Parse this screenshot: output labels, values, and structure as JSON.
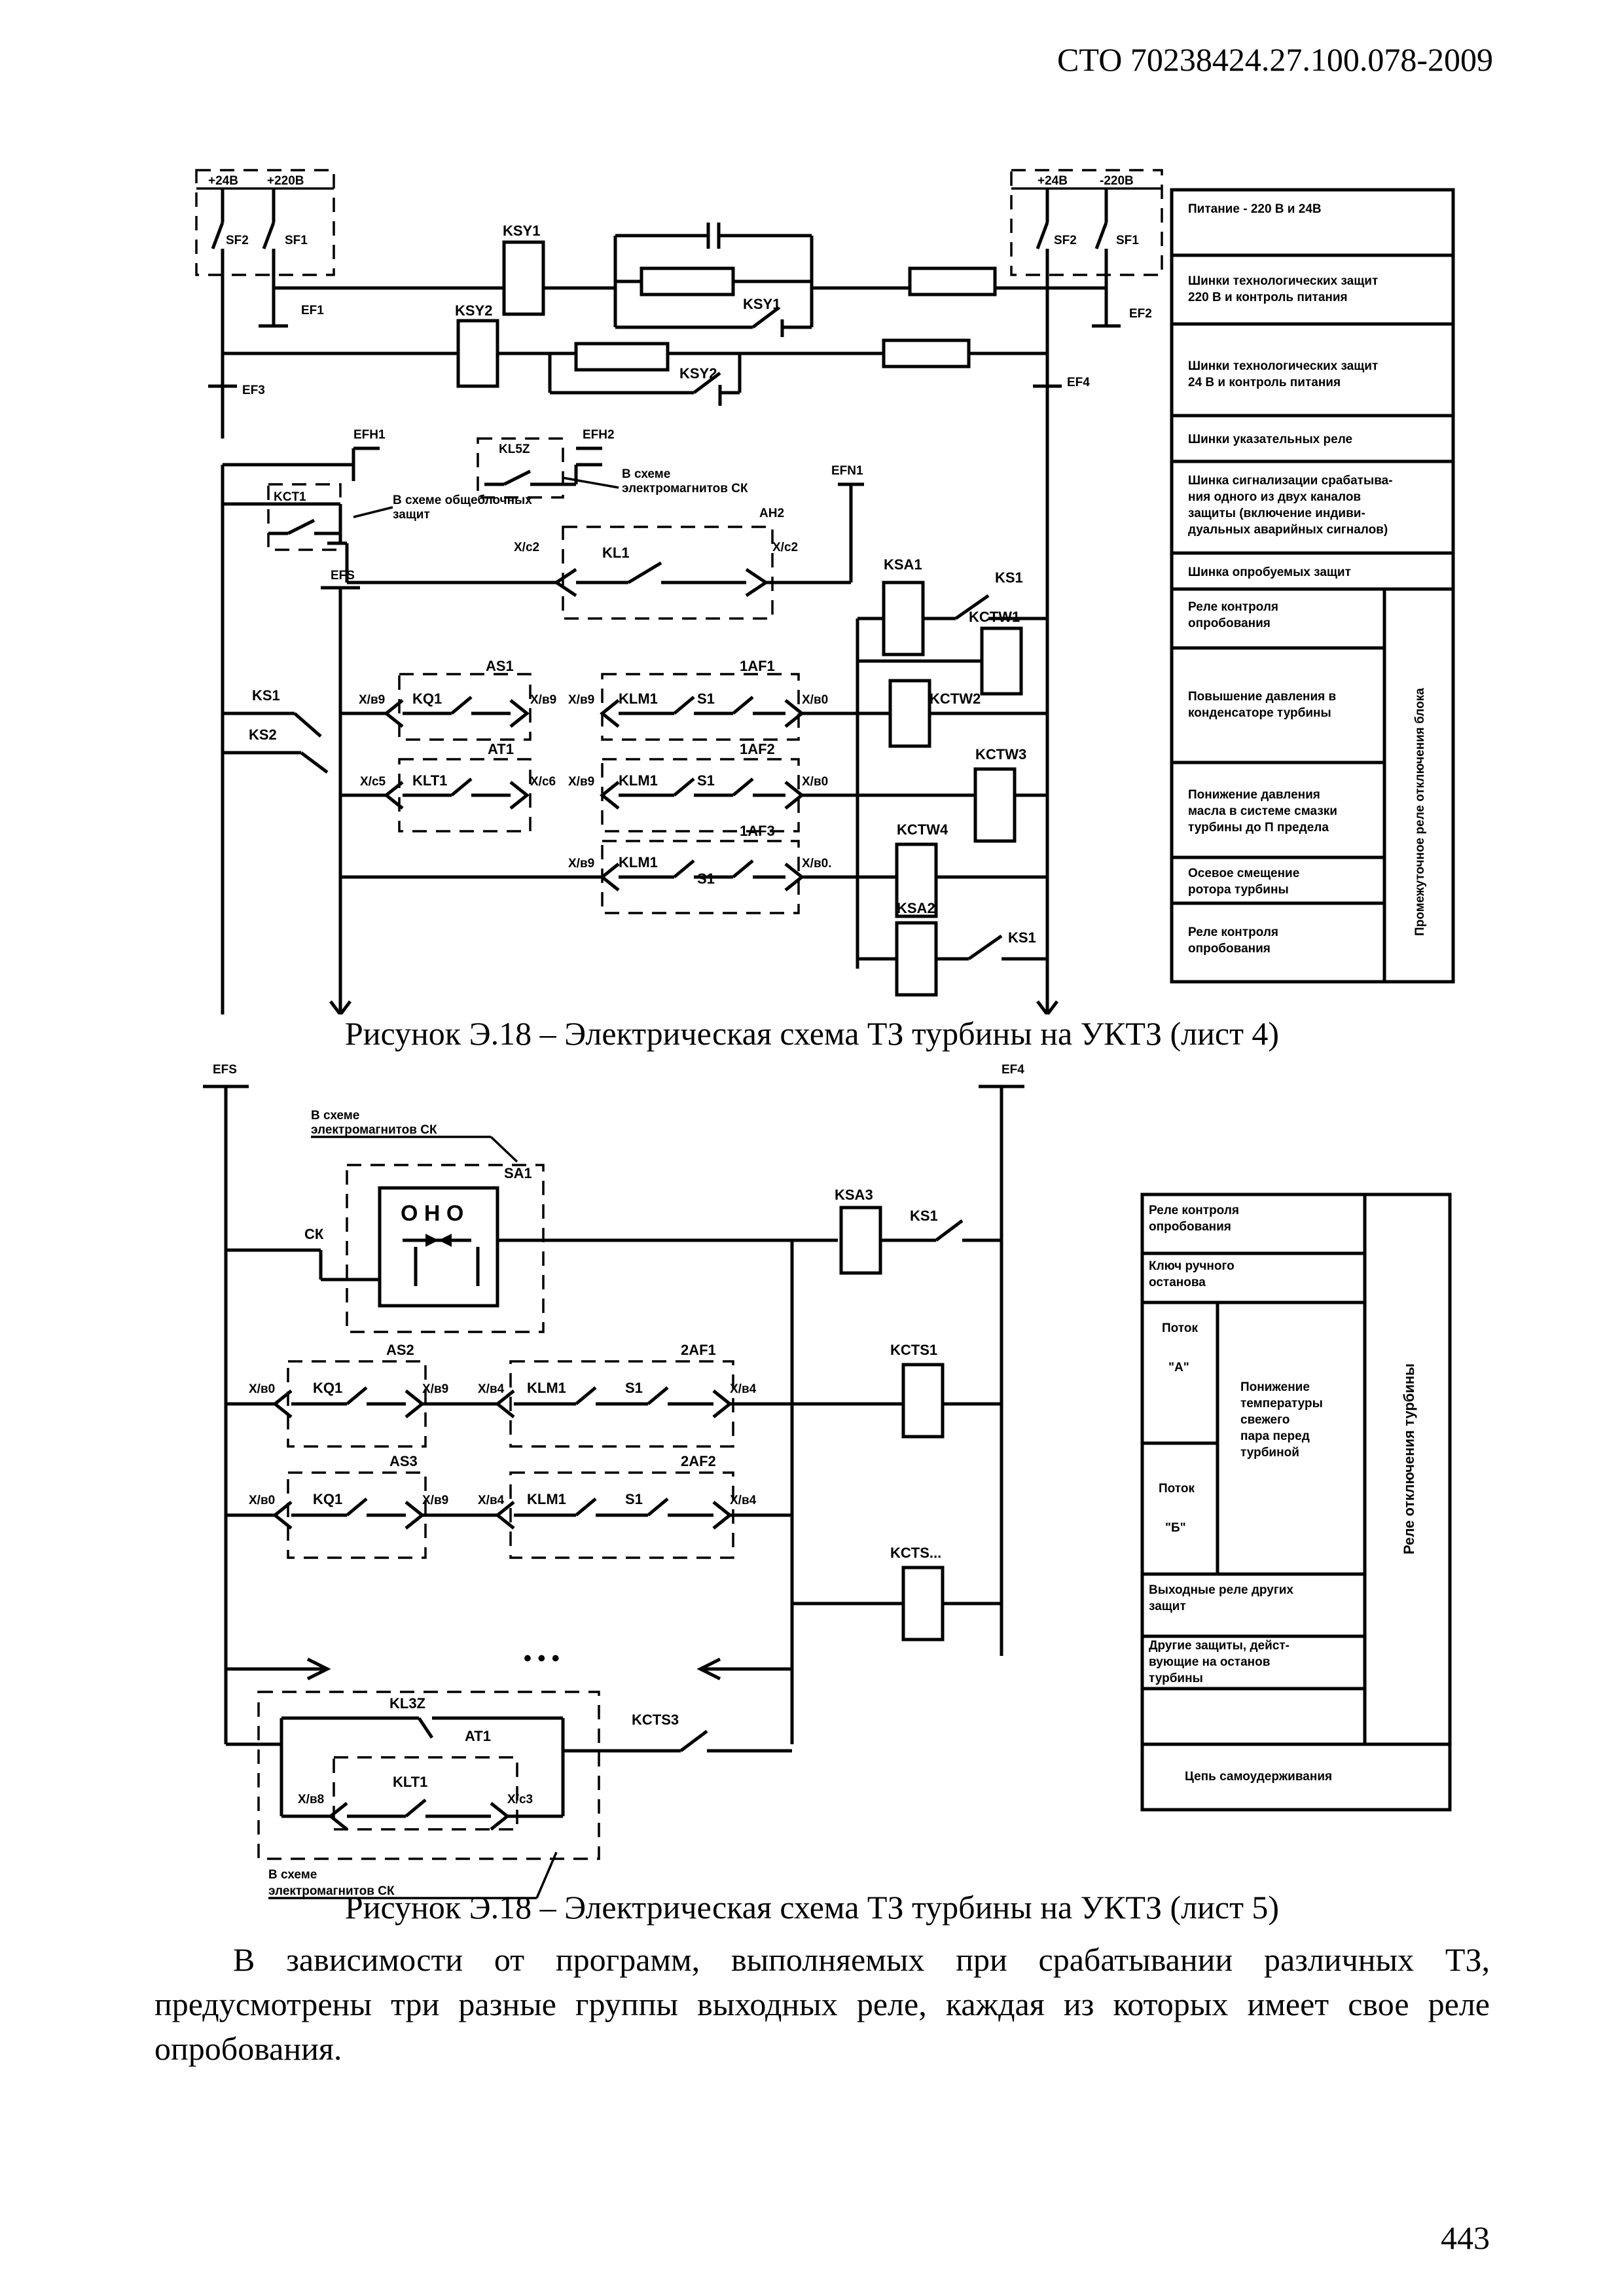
{
  "header": {
    "doc_code": "СТО 70238424.27.100.078-2009"
  },
  "figure1": {
    "caption": "Рисунок Э.18 –  Электрическая схема ТЗ турбины на УКТЗ (лист 4)",
    "labels": {
      "p24": "+24В",
      "p220": "+220В",
      "p24b": "+24В",
      "m220": "-220В",
      "sf2": "SF2",
      "sf1": "SF1",
      "sf2b": "SF2",
      "sf1b": "SF1",
      "ef1": "EF1",
      "ef2": "EF2",
      "ef3": "EF3",
      "ef4": "EF4",
      "ksy1": "KSY1",
      "ksy1c": "KSY1",
      "ksy2": "KSY2",
      "ksy2c": "KSY2",
      "efh1": "EFH1",
      "efh2": "EFH2",
      "efn1": "EFN1",
      "efs": "EFS",
      "kl5z": "KL5Z",
      "kct1": "KCT1",
      "note_ck1": "В схеме",
      "note_ck2": "электромагнитов СК",
      "note_ob1": "В схеме общеблочных",
      "note_ob2": "защит",
      "kl1": "KL1",
      "ah2": "AH2",
      "x_c2a": "X/c2",
      "x_c2b": "X/c2",
      "ksa1": "KSA1",
      "ks1a": "KS1",
      "kctw1": "KCTW1",
      "as1": "AS1",
      "af1": "1AF1",
      "ks1": "KS1",
      "ks2": "KS2",
      "x_b9a": "X/в9",
      "kq1a": "KQ1",
      "x_b9b": "X/в9",
      "x_b9c": "X/в9",
      "klm1a": "KLM1",
      "s1a": "S1",
      "x_b0a": "X/в0",
      "kctw2": "KCTW2",
      "at1": "AT1",
      "af2": "1AF2",
      "x_c5": "X/c5",
      "klt1": "KLT1",
      "x_c6": "X/c6",
      "x_b9d": "X/в9",
      "klm1b": "KLM1",
      "s1b": "S1",
      "x_b0b": "X/в0",
      "kctw3": "KCTW3",
      "af3": "1AF3",
      "x_b9e": "X/в9",
      "klm1c": "KLM1",
      "s1c": "S1",
      "x_b0c": "X/в0.",
      "kctw4": "KCTW4",
      "ksa2": "KSA2",
      "ks1b": "KS1"
    },
    "table": {
      "r1": "Питание - 220 В и 24В",
      "r2": [
        "Шинки технологических защит",
        "220 В и контроль питания"
      ],
      "r3": [
        "Шинки технологических защит",
        "24 В и контроль питания"
      ],
      "r4": "Шинки  указательных реле",
      "r5": [
        "Шинка сигнализации срабатыва-",
        "ния  одного из двух  каналов",
        "защиты  (включение  индиви-",
        "дуальных аварийных  сигналов)"
      ],
      "r6": "Шинка опробуемых защит",
      "r7": [
        "Реле контроля",
        "опробования"
      ],
      "r8": [
        "Повышение давления в",
        "конденсаторе турбины"
      ],
      "r9": [
        "Понижение давления",
        "масла в системе смазки",
        "турбины до П предела"
      ],
      "r10": [
        "Осевое  смещение",
        "ротора турбины"
      ],
      "r11": [
        "Реле контроля",
        "опробования"
      ],
      "vertical": "Промежуточное реле   отключения блока"
    }
  },
  "figure2": {
    "caption": "Рисунок Э.18 –  Электрическая схема ТЗ турбины на УКТЗ (лист 5)",
    "labels": {
      "efs": "EFS",
      "ef4": "EF4",
      "note1": "В схеме",
      "note2": "электромагнитов СК",
      "sa1": "SA1",
      "ohc": "О Н О",
      "ck": "СК",
      "ksa3": "KSA3",
      "ks1": "KS1",
      "as2": "AS2",
      "af1": "2AF1",
      "x_b0a": "X/в0",
      "kq1a": "KQ1",
      "x_b9a": "X/в9",
      "x_b4a": "X/в4",
      "klm1a": "KLM1",
      "s1a": "S1",
      "x_b4b": "X/в4",
      "kcts1": "KCTS1",
      "as3": "AS3",
      "af2": "2AF2",
      "x_b0b": "X/в0",
      "kq1b": "KQ1",
      "x_b9b": "X/в9",
      "x_b4c": "X/в4",
      "klm1b": "KLM1",
      "s1b": "S1",
      "x_b4d": "X/в4",
      "kcts_dots": "KCTS...",
      "dots": "• • •",
      "kl3z": "KL3Z",
      "at1": "AT1",
      "kcts3": "KCTS3",
      "x_b8": "X/в8",
      "klt1": "KLT1",
      "x_c3": "X/c3",
      "note3": "В схеме",
      "note4": "электромагнитов СК"
    },
    "table": {
      "r1": [
        "Реле контроля",
        "опробования"
      ],
      "r2": [
        "Ключ ручного",
        "останова"
      ],
      "flowA": [
        "Поток",
        "\"А\""
      ],
      "flowB": [
        "Поток",
        "\"Б\""
      ],
      "mid": [
        "Понижение",
        "температуры",
        "свежего",
        "пара перед",
        "турбиной"
      ],
      "r3": [
        "Выходные реле других",
        "защит"
      ],
      "r4": [
        "Другие защиты, дейст-",
        "вующие на останов",
        "турбины"
      ],
      "r5": "Цепь самоудерживания",
      "vertical": "Реле отключения турбины"
    }
  },
  "body": {
    "paragraph": "В зависимости от программ, выполняемых при срабатывании различных ТЗ, предусмотрены три разные группы выходных реле, каждая из которых имеет свое реле опробования."
  },
  "page_number": "443"
}
